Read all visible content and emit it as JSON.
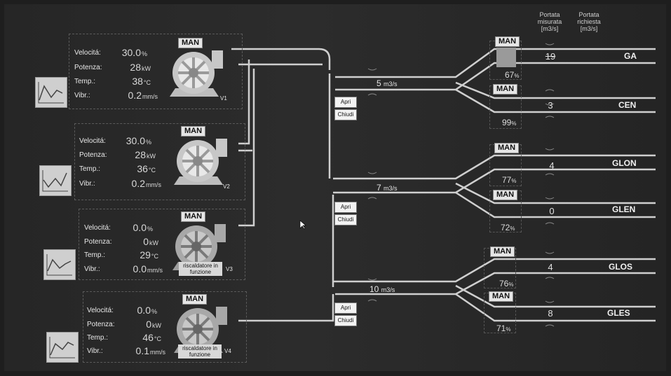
{
  "fans": [
    {
      "id": "V1",
      "mode": "MAN",
      "speed": {
        "label": "Velocitá:",
        "value": "30.0",
        "unit": "%"
      },
      "power": {
        "label": "Potenza:",
        "value": "28",
        "unit": "kW"
      },
      "temp": {
        "label": "Temp.:",
        "value": "38",
        "unit": "°C"
      },
      "vibr": {
        "label": "Vibr.:",
        "value": "0.2",
        "unit": "mm/s"
      },
      "heater_text": ""
    },
    {
      "id": "V2",
      "mode": "MAN",
      "speed": {
        "label": "Velocitá:",
        "value": "30.0",
        "unit": "%"
      },
      "power": {
        "label": "Potenza:",
        "value": "28",
        "unit": "kW"
      },
      "temp": {
        "label": "Temp.:",
        "value": "36",
        "unit": "°C"
      },
      "vibr": {
        "label": "Vibr.:",
        "value": "0.2",
        "unit": "mm/s"
      },
      "heater_text": ""
    },
    {
      "id": "V3",
      "mode": "MAN",
      "speed": {
        "label": "Velocitá:",
        "value": "0.0",
        "unit": "%"
      },
      "power": {
        "label": "Potenza:",
        "value": "0",
        "unit": "kW"
      },
      "temp": {
        "label": "Temp.:",
        "value": "29",
        "unit": "°C"
      },
      "vibr": {
        "label": "Vibr.:",
        "value": "0.0",
        "unit": "mm/s"
      },
      "heater_text": "riscaldatore in funzione"
    },
    {
      "id": "V4",
      "mode": "MAN",
      "speed": {
        "label": "Velocitá:",
        "value": "0.0",
        "unit": "%"
      },
      "power": {
        "label": "Potenza:",
        "value": "0",
        "unit": "kW"
      },
      "temp": {
        "label": "Temp.:",
        "value": "46",
        "unit": "°C"
      },
      "vibr": {
        "label": "Vibr.:",
        "value": "0.1",
        "unit": "mm/s"
      },
      "heater_text": "riscaldatore in funzione"
    }
  ],
  "headers": {
    "measured": "Portata misurata [m3/s]",
    "requested": "Portata richiesta [m3/s]"
  },
  "mains": [
    {
      "flow": "5",
      "unit": "m3/s",
      "open_label": "Apri",
      "close_label": "Chiudi"
    },
    {
      "flow": "7",
      "unit": "m3/s",
      "open_label": "Apri",
      "close_label": "Chiudi"
    },
    {
      "flow": "10",
      "unit": "m3/s",
      "open_label": "Apri",
      "close_label": "Chiudi"
    }
  ],
  "branches": [
    {
      "name": "GA",
      "mode": "MAN",
      "measured": "19",
      "opening": "67",
      "unit": "%"
    },
    {
      "name": "CEN",
      "mode": "MAN",
      "measured": "3",
      "opening": "99",
      "unit": "%"
    },
    {
      "name": "GLON",
      "mode": "MAN",
      "measured": "4",
      "opening": "77",
      "unit": "%"
    },
    {
      "name": "GLEN",
      "mode": "MAN",
      "measured": "0",
      "opening": "72",
      "unit": "%"
    },
    {
      "name": "GLOS",
      "mode": "MAN",
      "measured": "4",
      "opening": "76",
      "unit": "%"
    },
    {
      "name": "GLES",
      "mode": "MAN",
      "measured": "8",
      "opening": "71",
      "unit": "%"
    }
  ],
  "icons": {
    "fan": "fan-icon",
    "trend": "trend-chart-icon",
    "valve": "valve-icon",
    "cursor": "mouse-cursor-icon"
  }
}
